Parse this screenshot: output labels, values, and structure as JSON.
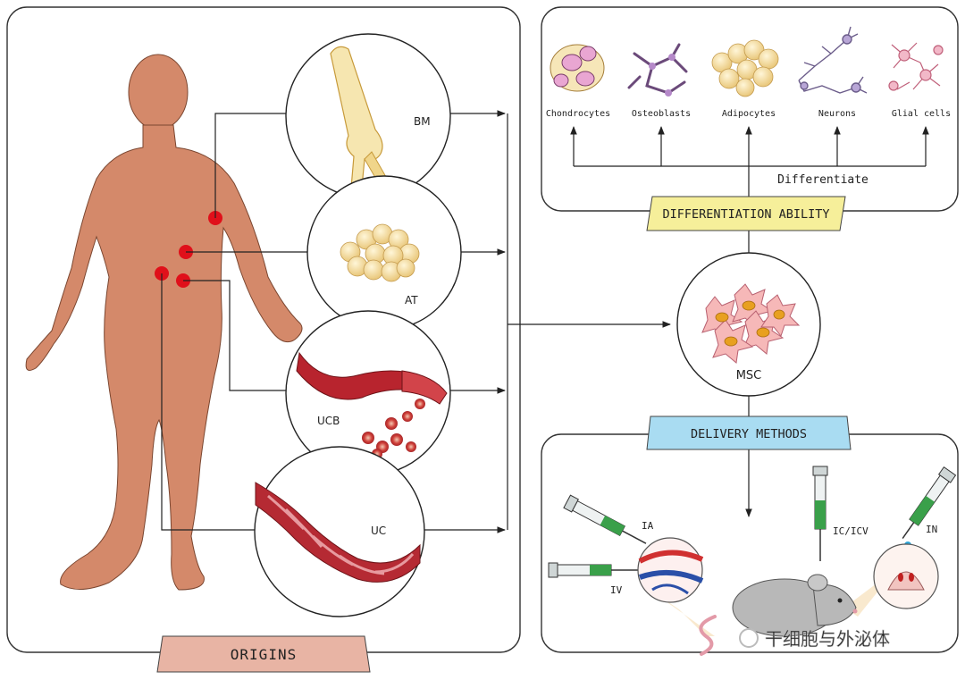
{
  "origins": {
    "title": "ORIGINS",
    "sources": [
      {
        "label": "BM"
      },
      {
        "label": "AT"
      },
      {
        "label": "UCB"
      },
      {
        "label": "UC"
      }
    ]
  },
  "center": {
    "label": "MSC"
  },
  "differentiation": {
    "title": "DIFFERENTIATION ABILITY",
    "arrow_label": "Differentiate",
    "cells": [
      {
        "label": "Chondrocytes"
      },
      {
        "label": "Osteoblasts"
      },
      {
        "label": "Adipocytes"
      },
      {
        "label": "Neurons"
      },
      {
        "label": "Glial cells"
      }
    ]
  },
  "delivery": {
    "title": "DELIVERY METHODS",
    "routes": [
      {
        "label": "IA"
      },
      {
        "label": "IV"
      },
      {
        "label": "IC/ICV"
      },
      {
        "label": "IN"
      }
    ]
  },
  "watermark": "干细胞与外泌体",
  "colors": {
    "body": "#d4896a",
    "origins_banner": "#e8b4a4",
    "diff_banner": "#f6ef9a",
    "delivery_banner": "#a9dcf2",
    "marker": "#e0101a"
  }
}
